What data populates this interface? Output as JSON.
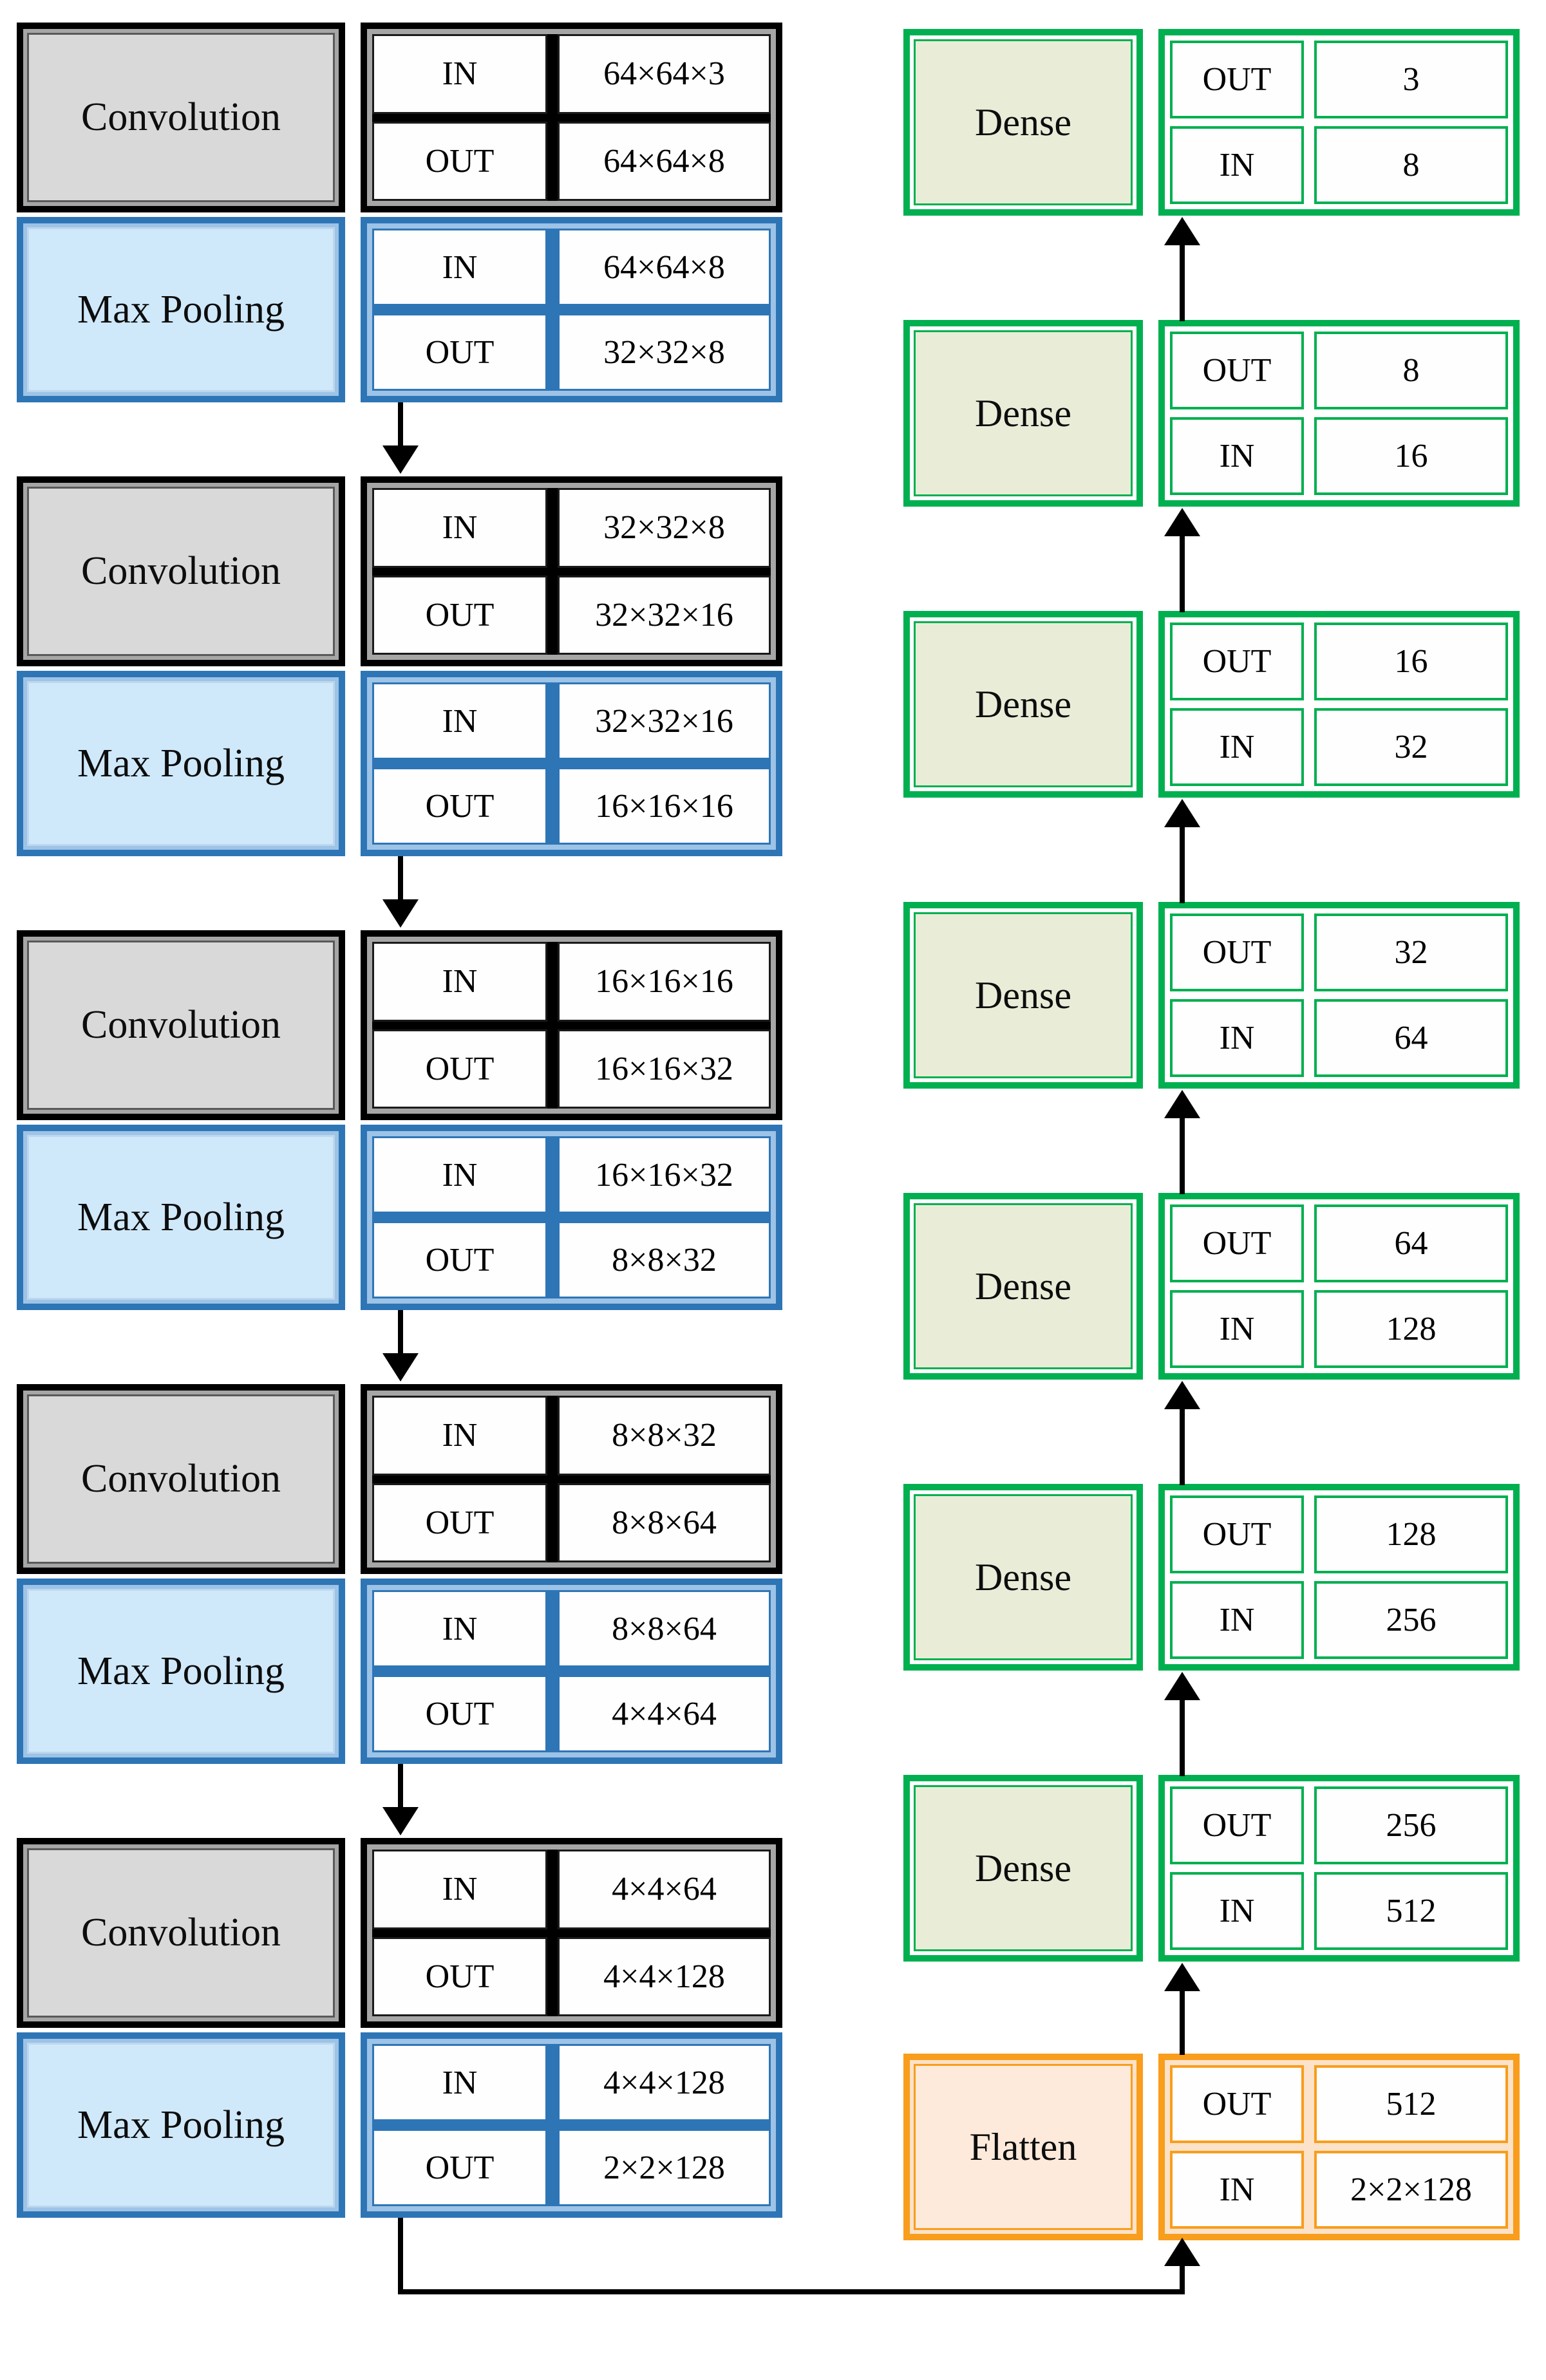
{
  "left": {
    "groups": [
      {
        "conv": {
          "label": "Convolution",
          "rows": [
            {
              "k": "IN",
              "v": "64×64×3"
            },
            {
              "k": "OUT",
              "v": "64×64×8"
            }
          ]
        },
        "pool": {
          "label": "Max Pooling",
          "rows": [
            {
              "k": "IN",
              "v": "64×64×8"
            },
            {
              "k": "OUT",
              "v": "32×32×8"
            }
          ]
        }
      },
      {
        "conv": {
          "label": "Convolution",
          "rows": [
            {
              "k": "IN",
              "v": "32×32×8"
            },
            {
              "k": "OUT",
              "v": "32×32×16"
            }
          ]
        },
        "pool": {
          "label": "Max Pooling",
          "rows": [
            {
              "k": "IN",
              "v": "32×32×16"
            },
            {
              "k": "OUT",
              "v": "16×16×16"
            }
          ]
        }
      },
      {
        "conv": {
          "label": "Convolution",
          "rows": [
            {
              "k": "IN",
              "v": "16×16×16"
            },
            {
              "k": "OUT",
              "v": "16×16×32"
            }
          ]
        },
        "pool": {
          "label": "Max Pooling",
          "rows": [
            {
              "k": "IN",
              "v": "16×16×32"
            },
            {
              "k": "OUT",
              "v": "8×8×32"
            }
          ]
        }
      },
      {
        "conv": {
          "label": "Convolution",
          "rows": [
            {
              "k": "IN",
              "v": "8×8×32"
            },
            {
              "k": "OUT",
              "v": "8×8×64"
            }
          ]
        },
        "pool": {
          "label": "Max Pooling",
          "rows": [
            {
              "k": "IN",
              "v": "8×8×64"
            },
            {
              "k": "OUT",
              "v": "4×4×64"
            }
          ]
        }
      },
      {
        "conv": {
          "label": "Convolution",
          "rows": [
            {
              "k": "IN",
              "v": "4×4×64"
            },
            {
              "k": "OUT",
              "v": "4×4×128"
            }
          ]
        },
        "pool": {
          "label": "Max Pooling",
          "rows": [
            {
              "k": "IN",
              "v": "4×4×128"
            },
            {
              "k": "OUT",
              "v": "2×2×128"
            }
          ]
        }
      }
    ]
  },
  "right": {
    "blocks": [
      {
        "type": "dense",
        "label": "Dense",
        "rows": [
          {
            "k": "OUT",
            "v": "3"
          },
          {
            "k": "IN",
            "v": "8"
          }
        ]
      },
      {
        "type": "dense",
        "label": "Dense",
        "rows": [
          {
            "k": "OUT",
            "v": "8"
          },
          {
            "k": "IN",
            "v": "16"
          }
        ]
      },
      {
        "type": "dense",
        "label": "Dense",
        "rows": [
          {
            "k": "OUT",
            "v": "16"
          },
          {
            "k": "IN",
            "v": "32"
          }
        ]
      },
      {
        "type": "dense",
        "label": "Dense",
        "rows": [
          {
            "k": "OUT",
            "v": "32"
          },
          {
            "k": "IN",
            "v": "64"
          }
        ]
      },
      {
        "type": "dense",
        "label": "Dense",
        "rows": [
          {
            "k": "OUT",
            "v": "64"
          },
          {
            "k": "IN",
            "v": "128"
          }
        ]
      },
      {
        "type": "dense",
        "label": "Dense",
        "rows": [
          {
            "k": "OUT",
            "v": "128"
          },
          {
            "k": "IN",
            "v": "256"
          }
        ]
      },
      {
        "type": "dense",
        "label": "Dense",
        "rows": [
          {
            "k": "OUT",
            "v": "256"
          },
          {
            "k": "IN",
            "v": "512"
          }
        ]
      },
      {
        "type": "flatten",
        "label": "Flatten",
        "rows": [
          {
            "k": "OUT",
            "v": "512"
          },
          {
            "k": "IN",
            "v": "2×2×128"
          }
        ]
      }
    ]
  },
  "colors": {
    "convolution_border": "#000000",
    "convolution_fill": "#d9d9d9",
    "max_pooling_border": "#2e75b6",
    "max_pooling_fill": "#cfe9fb",
    "dense_border": "#00b050",
    "dense_fill": "#e9edd8",
    "flatten_border": "#f99d1c",
    "flatten_fill": "#fdeada",
    "arrow": "#000000"
  }
}
